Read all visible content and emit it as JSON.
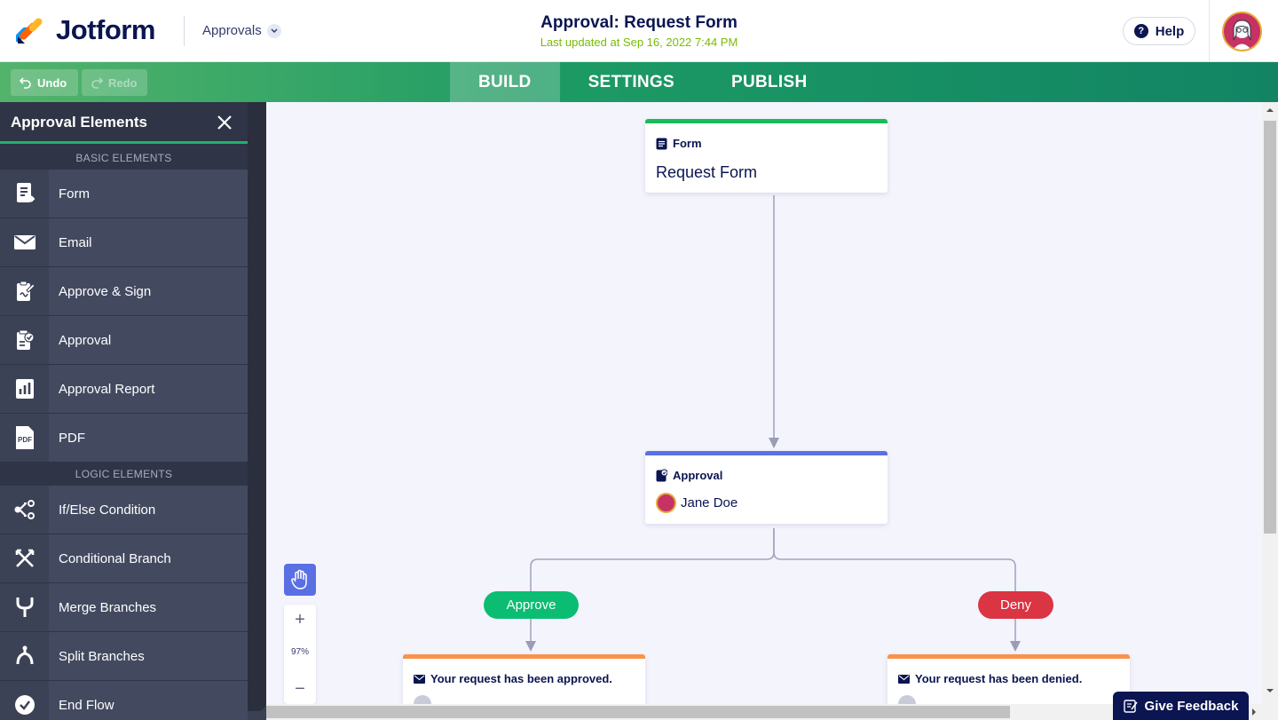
{
  "header": {
    "logo_text": "Jotform",
    "app_switcher": "Approvals",
    "form_title": "Approval: Request Form",
    "last_updated": "Last updated at Sep 16, 2022 7:44 PM",
    "help_label": "Help"
  },
  "toolbar": {
    "undo_label": "Undo",
    "redo_label": "Redo",
    "tabs": [
      {
        "label": "BUILD",
        "active": true
      },
      {
        "label": "SETTINGS",
        "active": false
      },
      {
        "label": "PUBLISH",
        "active": false
      }
    ]
  },
  "panel": {
    "title": "Approval Elements",
    "basic_section": "BASIC ELEMENTS",
    "logic_section": "LOGIC ELEMENTS",
    "basic_items": [
      {
        "label": "Form",
        "icon": "form-icon"
      },
      {
        "label": "Email",
        "icon": "email-icon"
      },
      {
        "label": "Approve & Sign",
        "icon": "approve-sign-icon"
      },
      {
        "label": "Approval",
        "icon": "approval-icon"
      },
      {
        "label": "Approval Report",
        "icon": "report-icon"
      },
      {
        "label": "PDF",
        "icon": "pdf-icon"
      }
    ],
    "logic_items": [
      {
        "label": "If/Else Condition",
        "icon": "if-else-icon"
      },
      {
        "label": "Conditional Branch",
        "icon": "conditional-branch-icon"
      },
      {
        "label": "Merge Branches",
        "icon": "merge-icon"
      },
      {
        "label": "Split Branches",
        "icon": "split-icon"
      },
      {
        "label": "End Flow",
        "icon": "end-flow-icon"
      }
    ],
    "pdf_badge": "PDF"
  },
  "canvas": {
    "form_node": {
      "type": "Form",
      "name": "Request Form"
    },
    "approval_node": {
      "type": "Approval",
      "assignee": "Jane Doe"
    },
    "approve_pill": "Approve",
    "deny_pill": "Deny",
    "approved_email": {
      "subject": "Your request has been approved."
    },
    "denied_email": {
      "subject": "Your request has been denied."
    },
    "zoom_level": "97%",
    "zoom_in": "+",
    "zoom_out": "−"
  },
  "feedback_label": "Give Feedback",
  "colors": {
    "form_bar": "#18bd5b",
    "approval_bar": "#5c6fe3",
    "email_bar": "#f9924a",
    "approve": "#0bbd72",
    "deny": "#db3443",
    "connector": "#a3a6be"
  }
}
